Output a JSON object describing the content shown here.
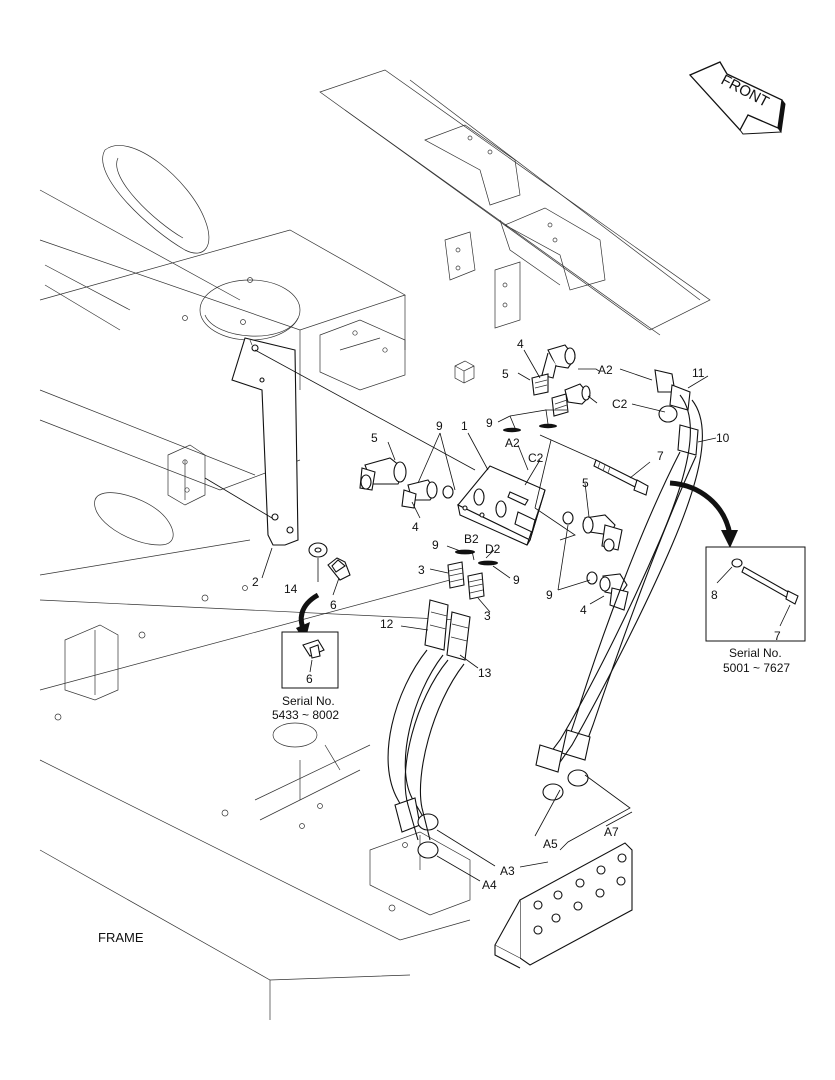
{
  "title": "FRAME",
  "front_arrow": {
    "label": "FRONT"
  },
  "callouts": {
    "c1": "1",
    "c2": "2",
    "c3a": "3",
    "c3b": "3",
    "c4top": "4",
    "c4left": "4",
    "c4right": "4",
    "c5top": "5",
    "c5left": "5",
    "c5right": "5",
    "c6": "6",
    "c7": "7",
    "c8": "8",
    "c9top": "9",
    "c9mid": "9",
    "c9left": "9",
    "c9b": "9",
    "c9right": "9",
    "c10": "10",
    "c11": "11",
    "c12": "12",
    "c13": "13",
    "c14": "14",
    "A2top": "A2",
    "C2top": "C2",
    "A2port": "A2",
    "C2port": "C2",
    "B2": "B2",
    "D2": "D2",
    "A3": "A3",
    "A4": "A4",
    "A5": "A5",
    "A7": "A7"
  },
  "inset_left": {
    "part": "6",
    "serial_label": "Serial No.",
    "serial_range": "5433 ~ 8002"
  },
  "inset_right": {
    "part_a": "8",
    "part_b": "7",
    "serial_label": "Serial No.",
    "serial_range": "5001 ~ 7627"
  }
}
